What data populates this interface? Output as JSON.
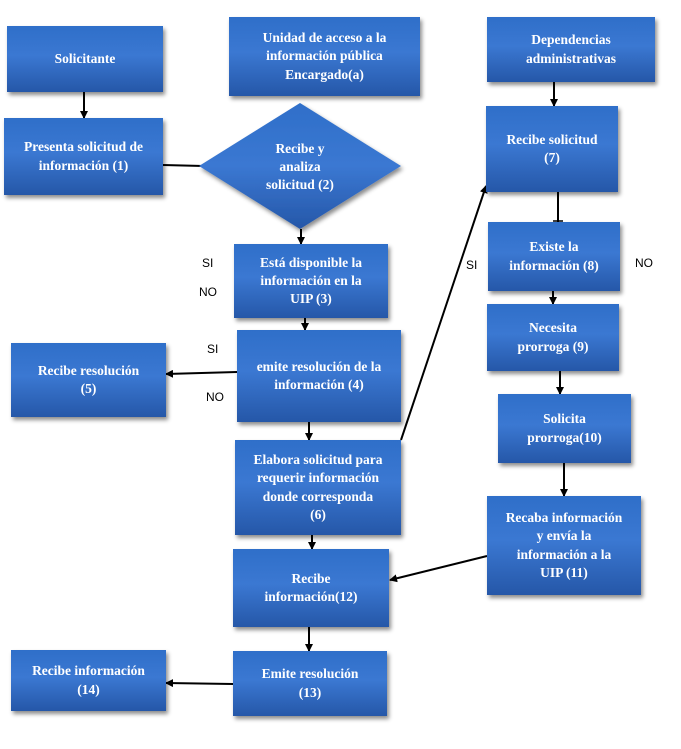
{
  "colors": {
    "box_top": "#3b78d2",
    "box_bottom": "#2557a8",
    "text": "#ffffff",
    "arrow": "#000000"
  },
  "columns": {
    "solicitante": "Solicitante",
    "uip": "Unidad de acceso a la\ninformación pública\nEncargado(a)",
    "dependencias": "Dependencias\nadministrativas"
  },
  "steps": {
    "s1": "Presenta solicitud de\ninformación (1)",
    "s2": "Recibe y\nanaliza\nsolicitud (2)",
    "s3": "Está disponible la\ninformación en la\nUIP (3)",
    "s4": "emite resolución de la\ninformación (4)",
    "s5": "Recibe resolución\n(5)",
    "s6": "Elabora solicitud para\nrequerir información\ndonde corresponda\n(6)",
    "s7": "Recibe solicitud\n(7)",
    "s8": "Existe la\ninformación (8)",
    "s9": "Necesita\nprorroga  (9)",
    "s10": "Solicita\nprorroga(10)",
    "s11": "Recaba información\ny envía la\ninformación a la\nUIP (11)",
    "s12": "Recibe\ninformación(12)",
    "s13": "Emite resolución\n(13)",
    "s14": "Recibe información\n(14)"
  },
  "labels": {
    "si_3": "SI",
    "no_3": "NO",
    "si_4": "SI",
    "no_4": "NO",
    "si_6": "SI",
    "no_8": "NO"
  }
}
